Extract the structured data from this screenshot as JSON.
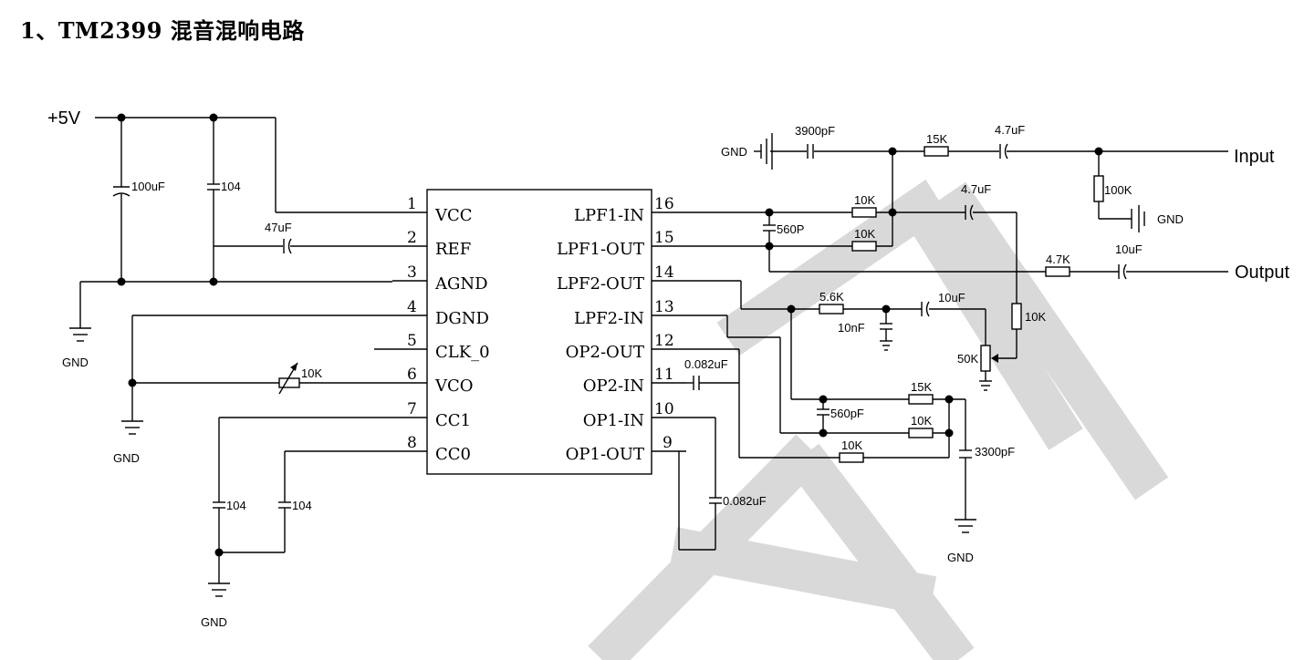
{
  "heading": "1、TM2399 混音混响电路",
  "ic": {
    "left_pins": [
      {
        "num": "1",
        "name": "VCC"
      },
      {
        "num": "2",
        "name": "REF"
      },
      {
        "num": "3",
        "name": "AGND"
      },
      {
        "num": "4",
        "name": "DGND"
      },
      {
        "num": "5",
        "name": "CLK_0"
      },
      {
        "num": "6",
        "name": "VCO"
      },
      {
        "num": "7",
        "name": "CC1"
      },
      {
        "num": "8",
        "name": "CC0"
      }
    ],
    "right_pins": [
      {
        "num": "16",
        "name": "LPF1-IN"
      },
      {
        "num": "15",
        "name": "LPF1-OUT"
      },
      {
        "num": "14",
        "name": "LPF2-OUT"
      },
      {
        "num": "13",
        "name": "LPF2-IN"
      },
      {
        "num": "12",
        "name": "OP2-OUT"
      },
      {
        "num": "11",
        "name": "OP2-IN"
      },
      {
        "num": "10",
        "name": "OP1-IN"
      },
      {
        "num": "9",
        "name": "OP1-OUT"
      }
    ]
  },
  "nets": {
    "supply": "+5V",
    "gnd": "GND",
    "input": "Input",
    "output": "Output"
  },
  "components": {
    "c_100uf": "100uF",
    "c_104_supply": "104",
    "c_47uf": "47uF",
    "r_vco": "10K",
    "c_104_cc1": "104",
    "c_104_cc0": "104",
    "c_3900pf": "3900pF",
    "r_15k_in": "15K",
    "c_4_7uf_in": "4.7uF",
    "r_100k": "100K",
    "c_10uf_gnd": "10uF",
    "r_10k_lpf1_in": "10K",
    "r_10k_lpf1_out": "10K",
    "c_560p": "560P",
    "c_4_7uf_mid": "4.7uF",
    "r_4_7k_out": "4.7K",
    "r_5_6k": "5.6K",
    "c_10nf": "10nF",
    "c_10uf_mix": "10uF",
    "r_10k_mix": "10K",
    "pot_50k": "50K",
    "c_0_082uf_op2": "0.082uF",
    "c_0_082uf_op1": "0.082uF",
    "r_15k_lpf2": "15K",
    "c_560pf": "560pF",
    "r_10k_lpf2": "10K",
    "r_10k_op1": "10K",
    "c_3300pf": "3300pF"
  },
  "watermark_color": "#d9d9d9"
}
